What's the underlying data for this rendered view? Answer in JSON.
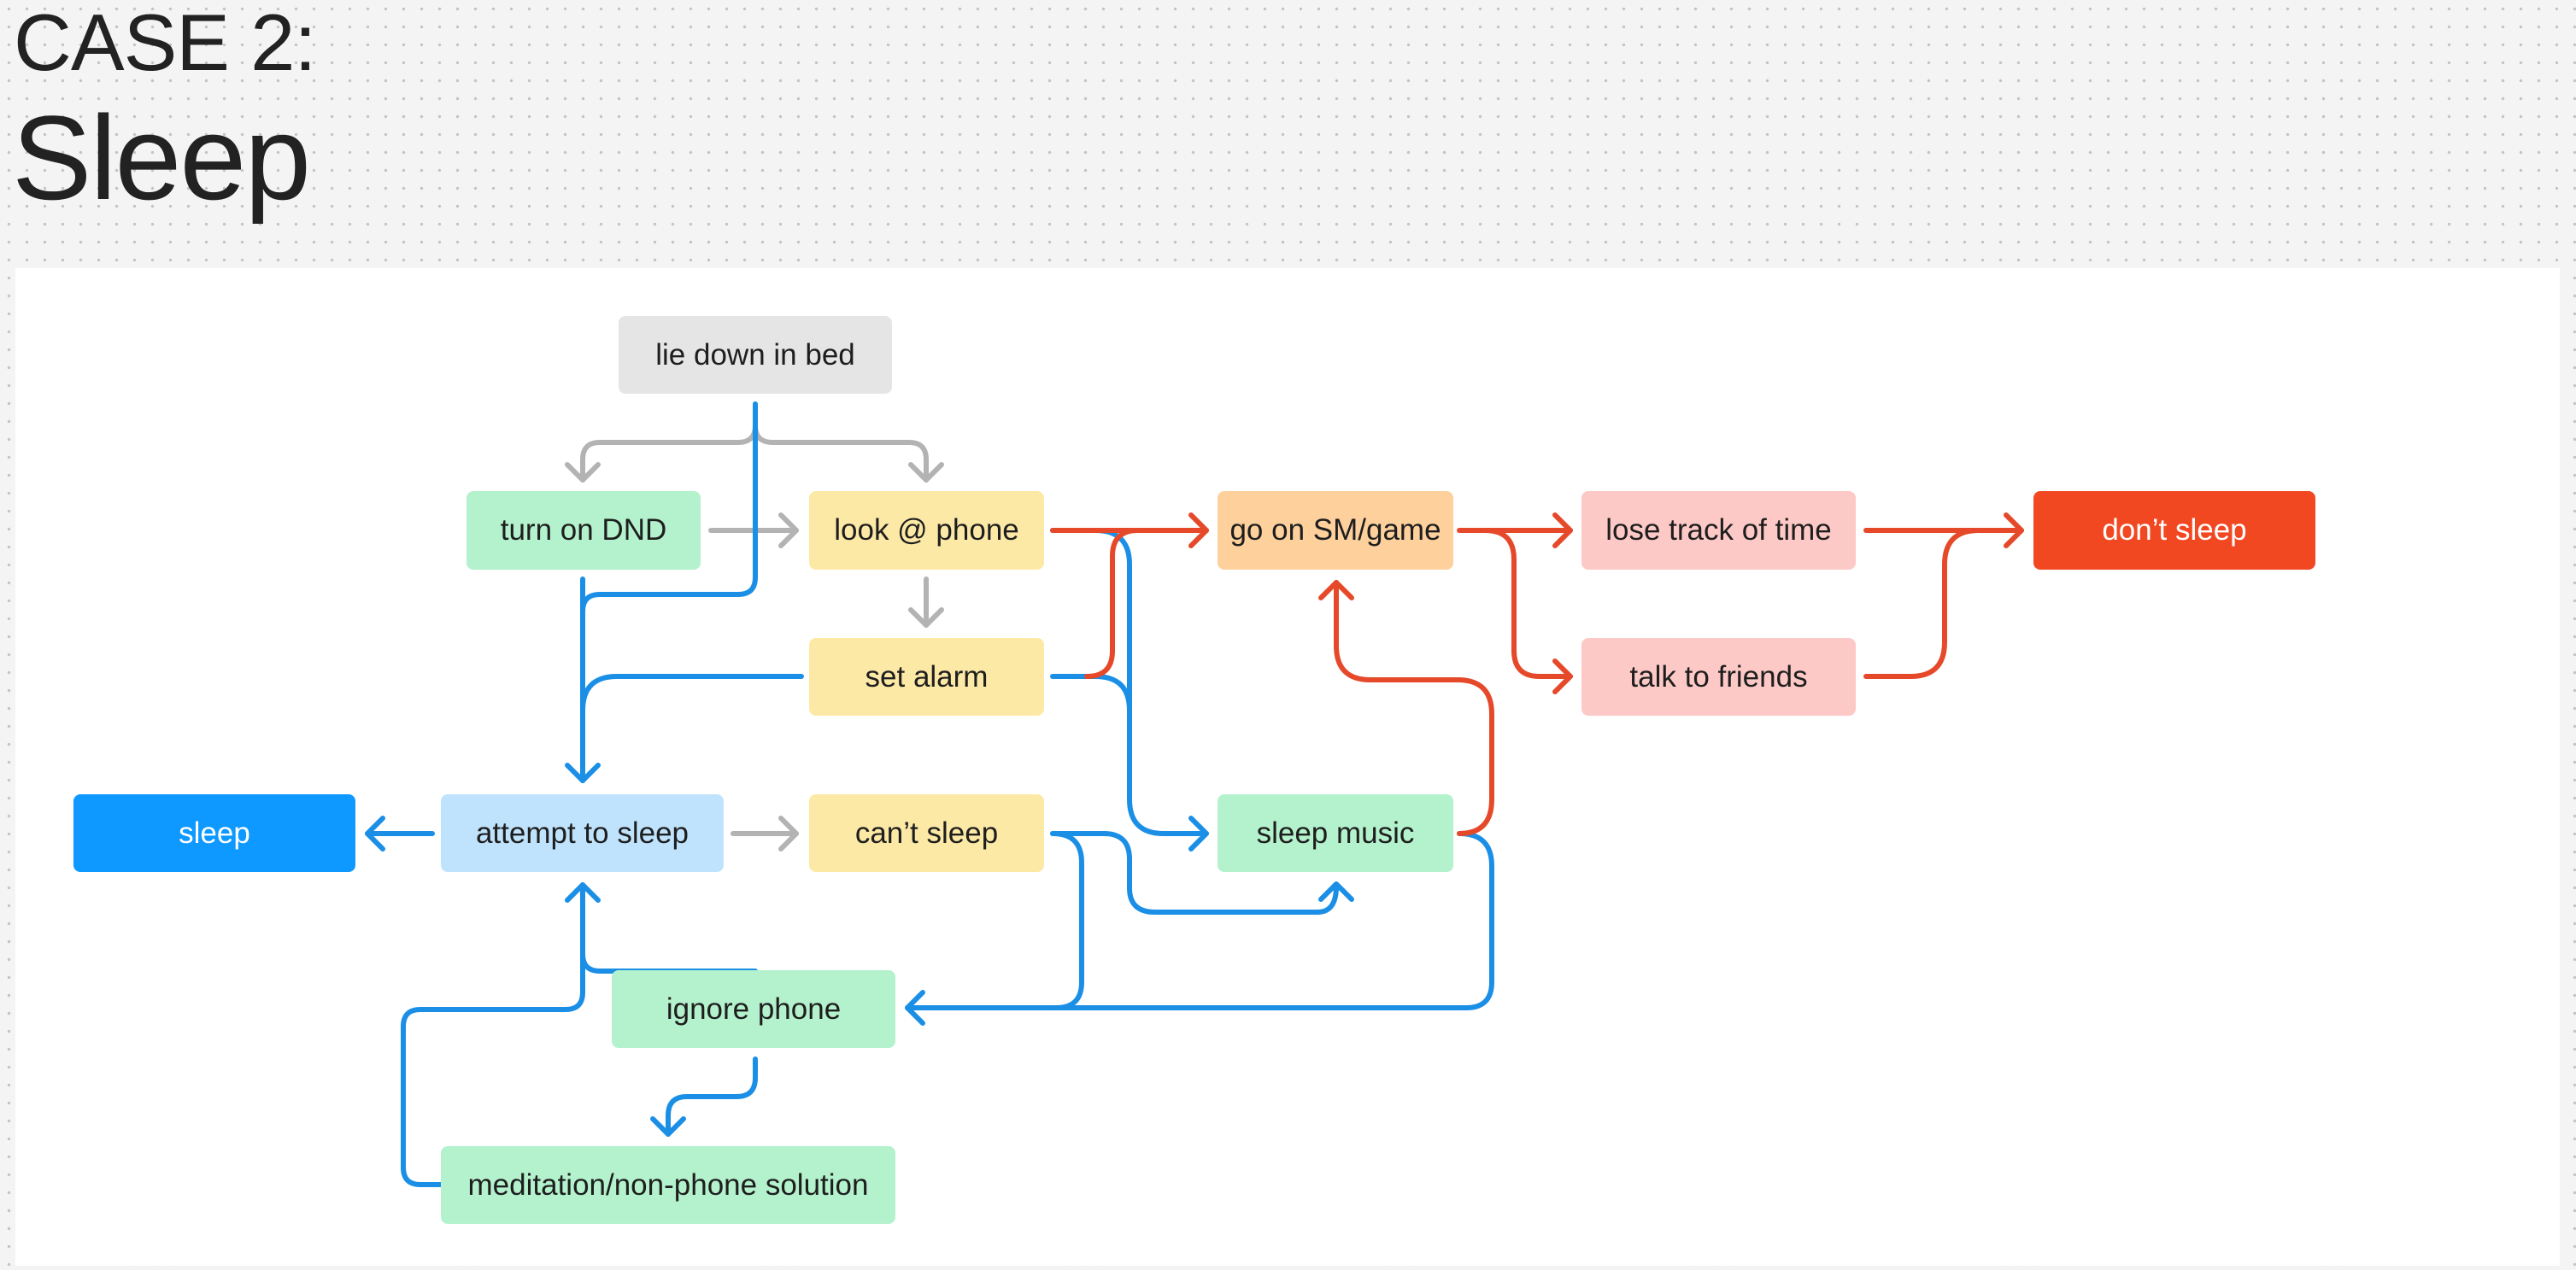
{
  "header": {
    "case_label": "CASE 2:",
    "title": "Sleep"
  },
  "colors": {
    "grey_edge": "#b3b3b3",
    "blue_edge": "#1b8fe6",
    "red_edge": "#e5492a"
  },
  "nodes": {
    "lie_down": "lie down in bed",
    "turn_on_dnd": "turn on DND",
    "look_phone": "look @ phone",
    "set_alarm": "set alarm",
    "go_on_sm": "go on SM/game",
    "lose_track": "lose track of time",
    "talk_friends": "talk to friends",
    "dont_sleep": "don’t sleep",
    "sleep": "sleep",
    "attempt_sleep": "attempt to sleep",
    "cant_sleep": "can’t sleep",
    "sleep_music": "sleep music",
    "ignore_phone": "ignore phone",
    "meditation": "meditation/non-phone solution"
  }
}
